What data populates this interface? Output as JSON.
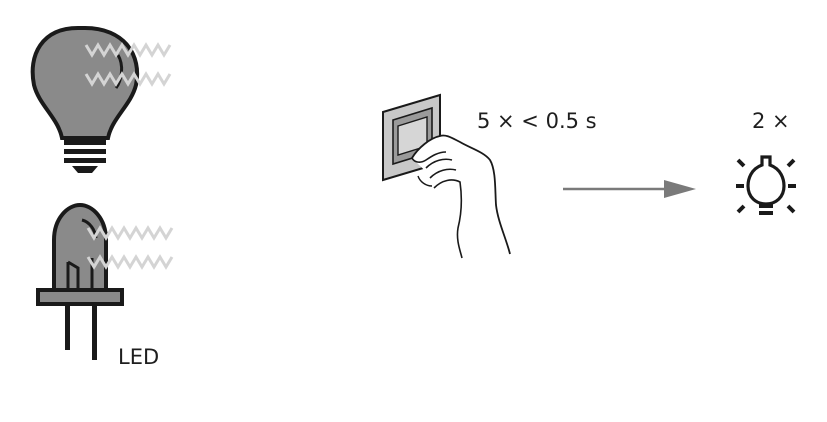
{
  "led_label": "LED",
  "press_instruction": "5 × < 0.5 s",
  "flash_count": "2 ×",
  "icons": {
    "bulb": "light-bulb-icon",
    "led": "led-icon",
    "switch": "wall-switch-icon",
    "hand": "hand-pressing-icon",
    "arrow": "arrow-right-icon",
    "lamp_flash": "lamp-flashing-icon"
  },
  "colors": {
    "bulb_fill": "#8a8a8a",
    "switch_fill": "#c8c8c8",
    "arrow": "#7a7a7a",
    "outline": "#1a1a1a"
  }
}
